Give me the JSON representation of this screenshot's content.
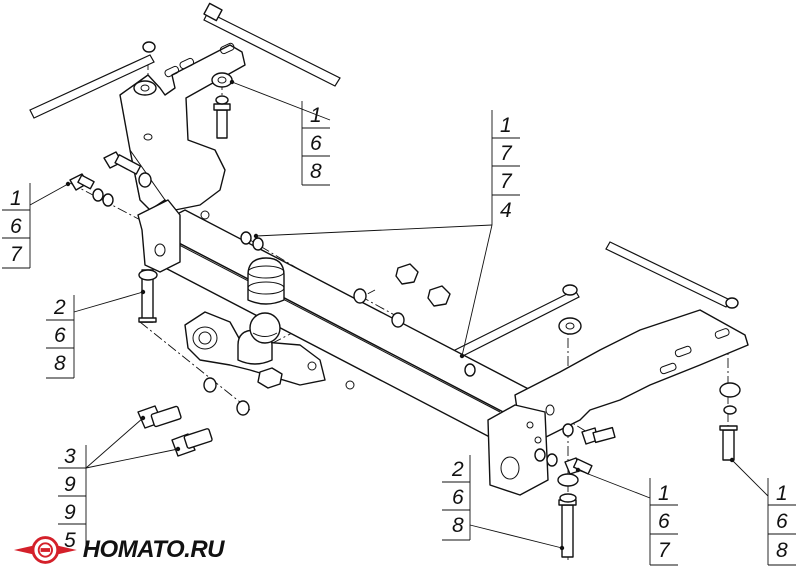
{
  "callouts": [
    {
      "id": "top-center",
      "lines": [
        "1",
        "6",
        "8"
      ]
    },
    {
      "id": "left-upper",
      "lines": [
        "1",
        "6",
        "7"
      ]
    },
    {
      "id": "left-middle",
      "lines": [
        "2",
        "6",
        "8"
      ]
    },
    {
      "id": "center",
      "lines": [
        "1",
        "7",
        "7",
        "4"
      ]
    },
    {
      "id": "bottom-left",
      "lines": [
        "3",
        "9",
        "9",
        "5"
      ]
    },
    {
      "id": "bottom-middle",
      "lines": [
        "2",
        "6",
        "8"
      ]
    },
    {
      "id": "bottom-right-a",
      "lines": [
        "1",
        "6",
        "7"
      ]
    },
    {
      "id": "bottom-right-b",
      "lines": [
        "1",
        "6",
        "8"
      ]
    }
  ],
  "logo": {
    "text": "HOMATO.RU",
    "brand_color": "#d4202a"
  }
}
